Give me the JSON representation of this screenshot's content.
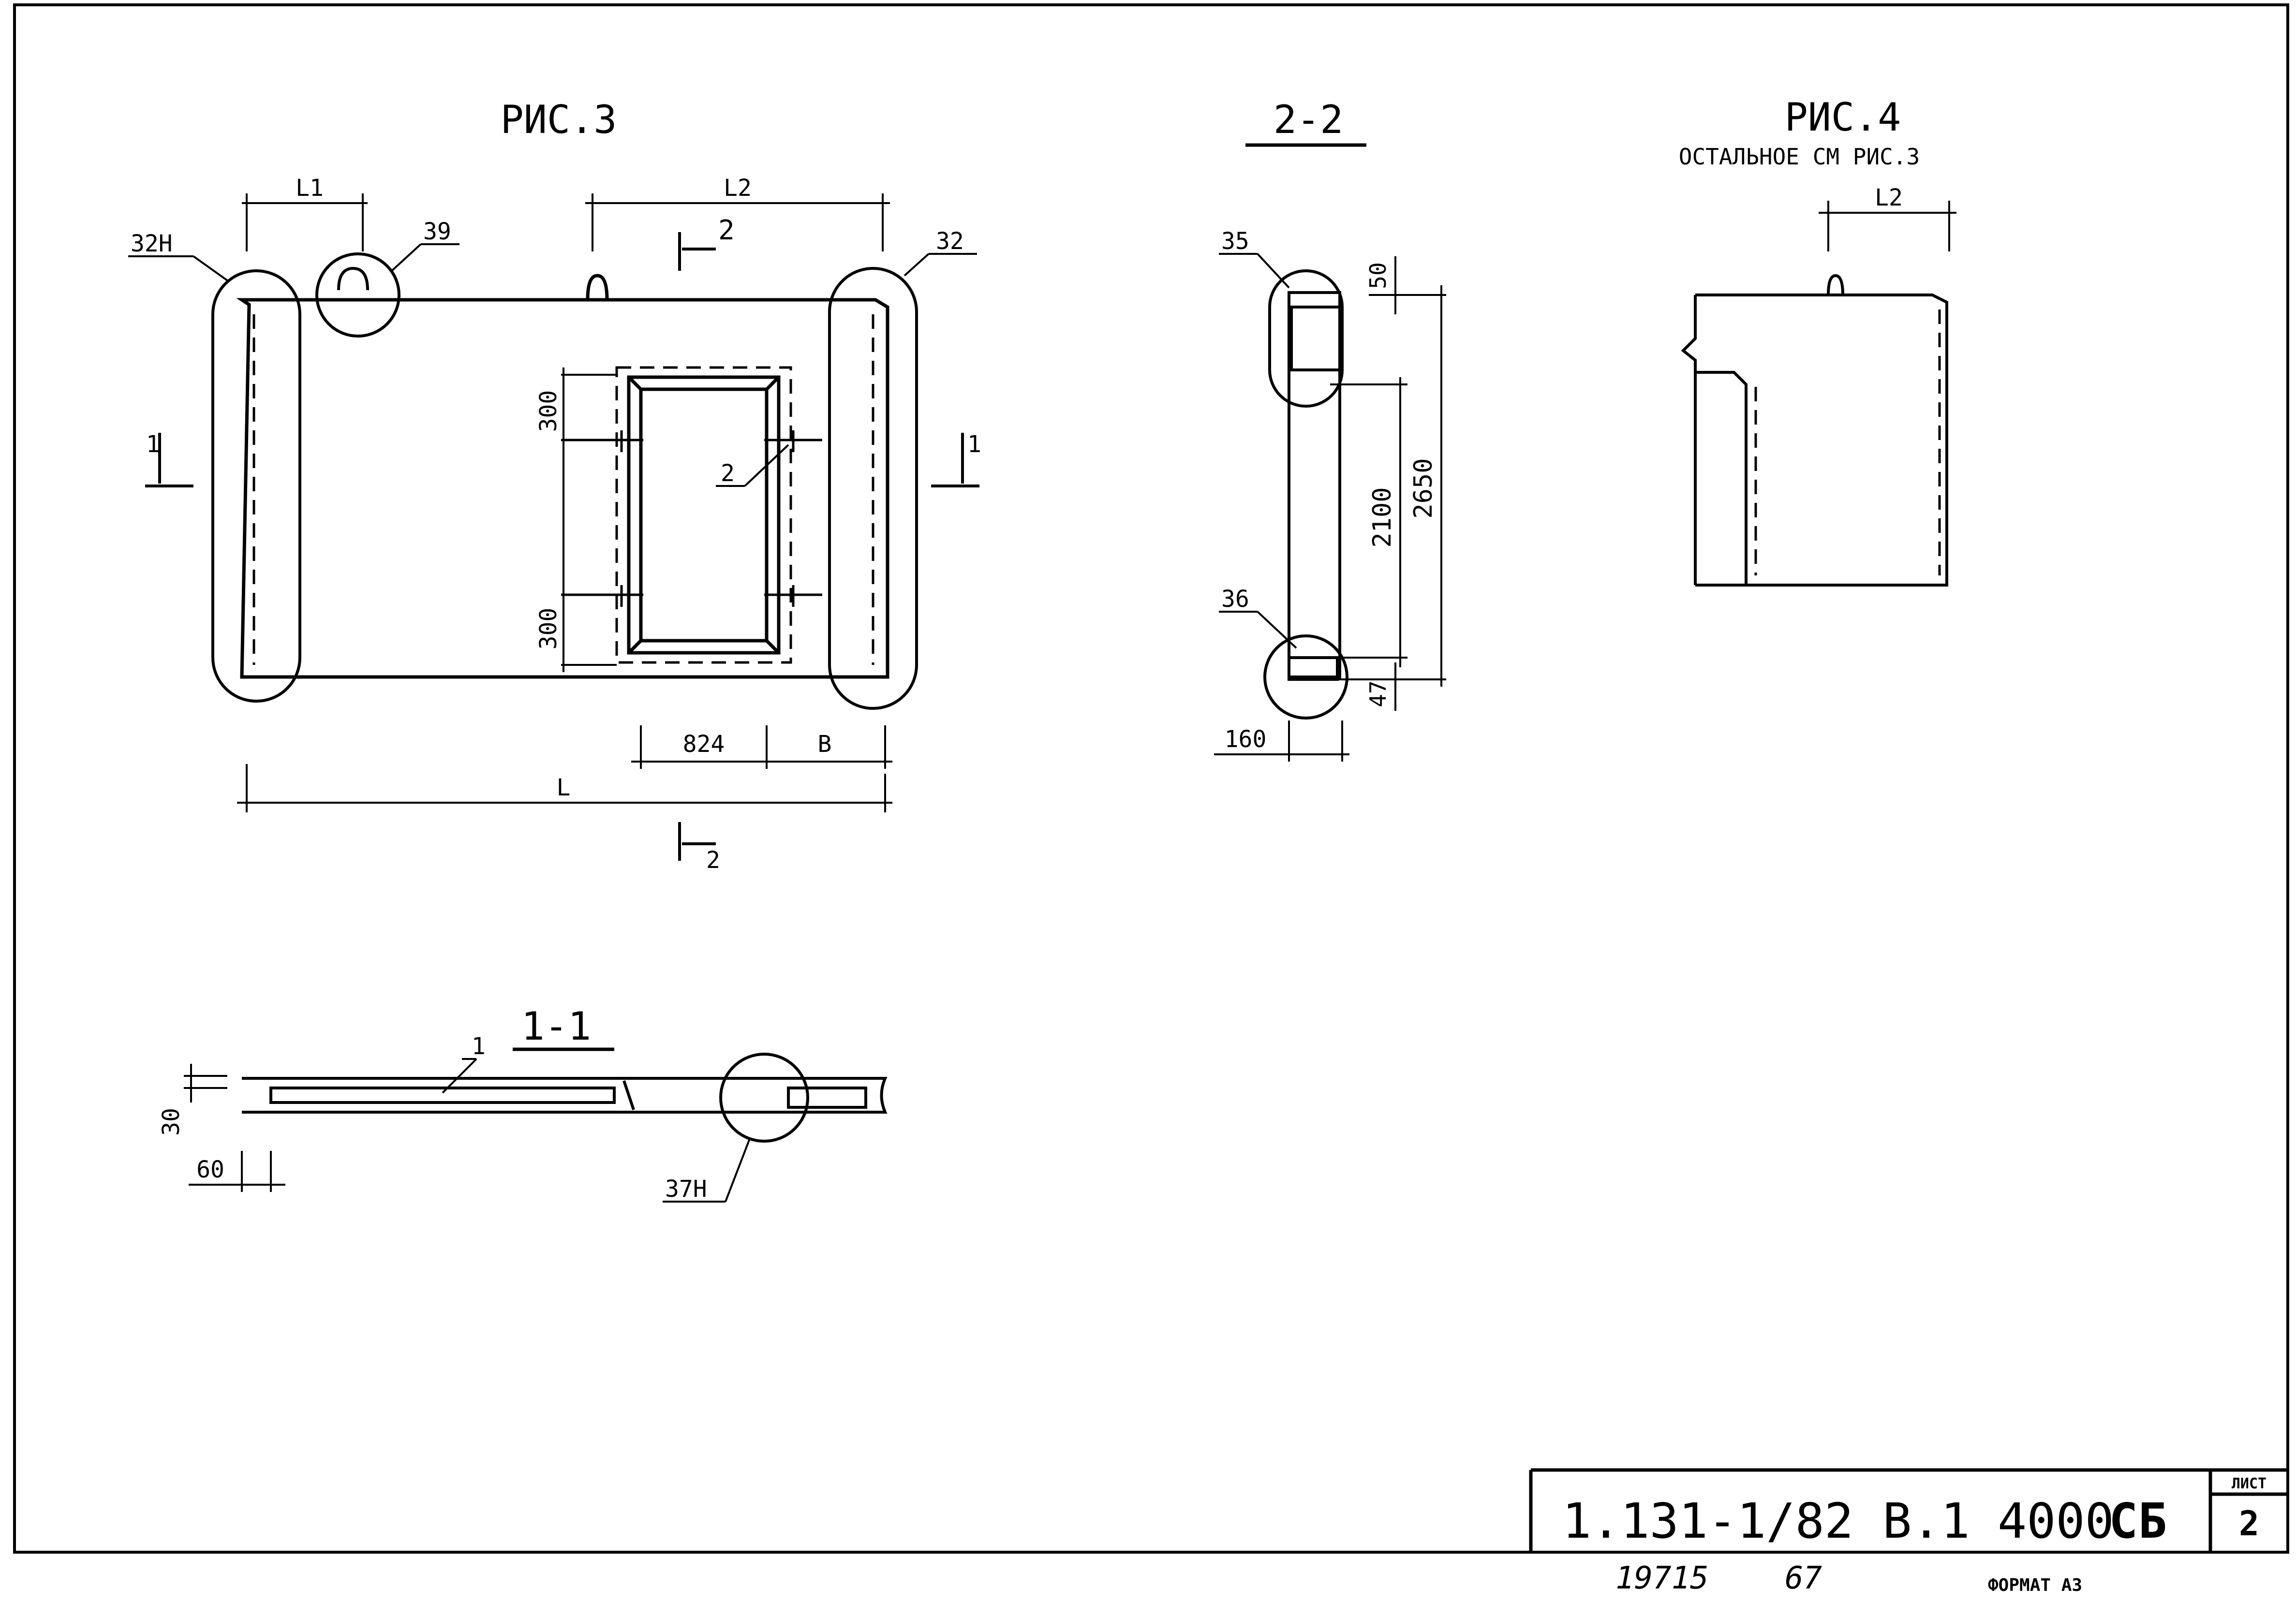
{
  "figures": {
    "fig3": {
      "title": "РИС.3",
      "dims": {
        "L1": "L1",
        "L2": "L2",
        "L": "L",
        "w824": "824",
        "B": "B",
        "h300_top": "300",
        "h300_bottom": "300"
      },
      "section_marks": {
        "cut1_left": "1",
        "cut1_right": "1",
        "cut2_top": "2",
        "cut2_bottom": "2"
      },
      "callouts": {
        "c32H": "32Н",
        "c39": "39",
        "c32": "32",
        "c2": "2"
      }
    },
    "fig4": {
      "title": "РИС.4",
      "subtitle": "ОСТАЛЬНОЕ СМ  РИС.3",
      "dims": {
        "L2": "L2"
      }
    },
    "section22": {
      "title": "2-2",
      "dims": {
        "d50": "50",
        "d2100": "2100",
        "d2650": "2650",
        "d47": "47",
        "d160": "160"
      },
      "callouts": {
        "c35": "35",
        "c36": "36"
      }
    },
    "section11": {
      "title": "1-1",
      "dims": {
        "d30": "30",
        "d60": "60"
      },
      "callouts": {
        "c1": "1",
        "c37H": "37Н"
      }
    }
  },
  "title_block": {
    "doc_code": "1.131-1/82 В.1",
    "doc_number": "4000",
    "doc_suffix": "СБ",
    "sheet_label": "ЛИСТ",
    "sheet_number": "2"
  },
  "footer": {
    "inventory": "19715",
    "copy": "67",
    "format": "ФОРМАТ А3"
  }
}
